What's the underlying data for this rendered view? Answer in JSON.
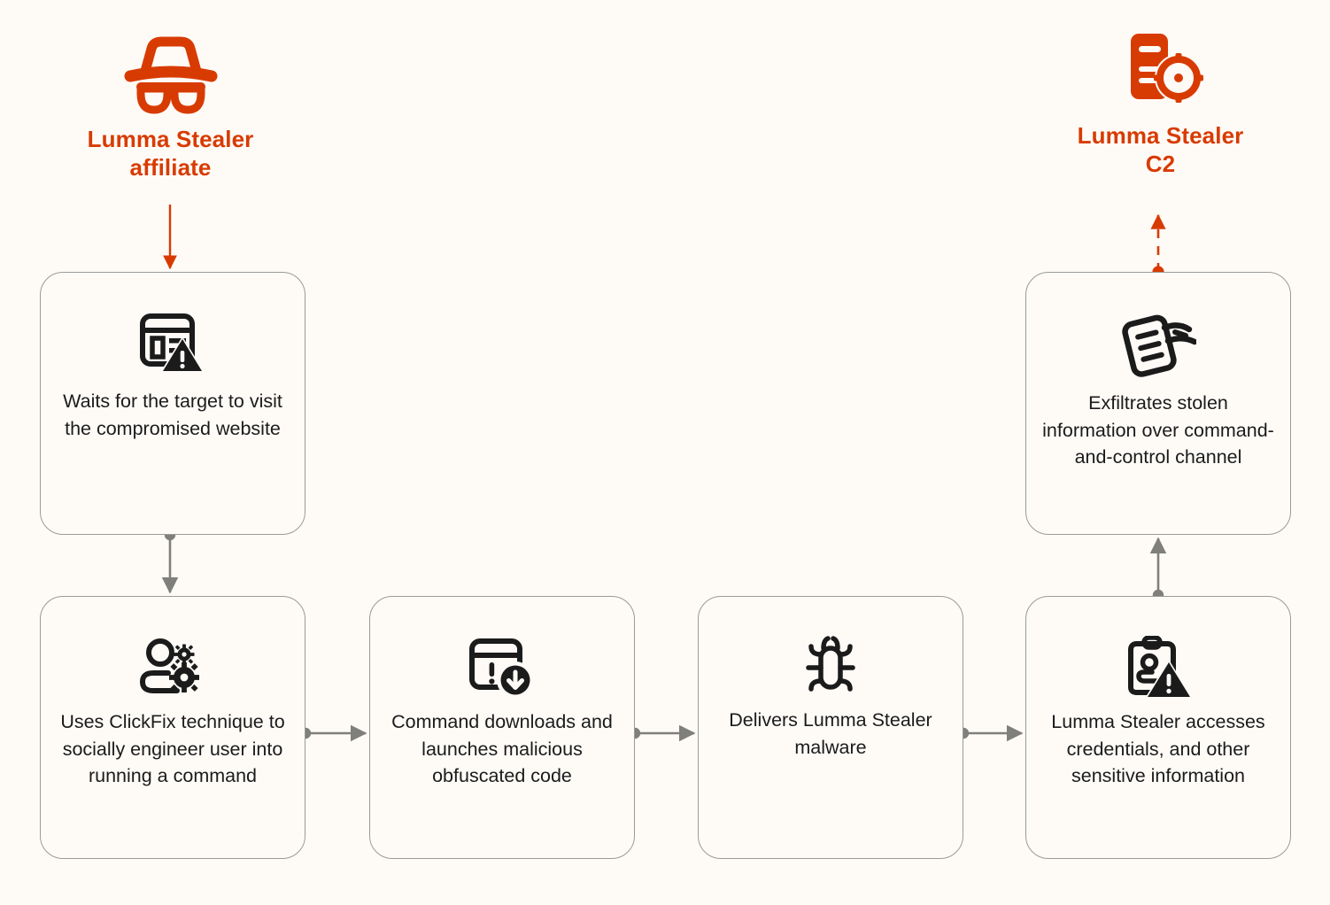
{
  "background_color": "#FEFBF7",
  "accent_color": "#D83B01",
  "box_border_color": "#9A9A96",
  "connector_color": "#7F7F7C",
  "text_color": "#1B1B1B",
  "actors": [
    {
      "id": "affiliate",
      "icon": "incognito-spy-icon",
      "label": "Lumma Stealer\naffiliate"
    },
    {
      "id": "c2",
      "icon": "server-target-icon",
      "label": "Lumma Stealer\nC2"
    }
  ],
  "steps": [
    {
      "id": "wait",
      "icon": "browser-warning-icon",
      "text": "Waits for the target to visit the compromised website"
    },
    {
      "id": "clickfix",
      "icon": "user-gears-icon",
      "text": "Uses ClickFix technique to socially engineer user into running a command"
    },
    {
      "id": "download",
      "icon": "window-alert-download-icon",
      "text": "Command downloads and launches malicious obfuscated code"
    },
    {
      "id": "deliver",
      "icon": "bug-icon",
      "text": "Delivers Lumma Stealer malware"
    },
    {
      "id": "access",
      "icon": "clipboard-user-warning-icon",
      "text": "Lumma Stealer accesses credentials, and other sensitive information"
    },
    {
      "id": "exfil",
      "icon": "document-exfiltration-icon",
      "text": "Exfiltrates stolen information over command-and-control channel"
    }
  ],
  "connectors": [
    {
      "id": "affiliate-to-wait",
      "style": "solid",
      "color": "#D83B01",
      "direction": "down"
    },
    {
      "id": "wait-to-clickfix",
      "style": "solid",
      "color": "#7F7F7C",
      "direction": "down"
    },
    {
      "id": "clickfix-to-download",
      "style": "solid",
      "color": "#7F7F7C",
      "direction": "right"
    },
    {
      "id": "download-to-deliver",
      "style": "solid",
      "color": "#7F7F7C",
      "direction": "right"
    },
    {
      "id": "deliver-to-access",
      "style": "solid",
      "color": "#7F7F7C",
      "direction": "right"
    },
    {
      "id": "access-to-exfil",
      "style": "solid",
      "color": "#7F7F7C",
      "direction": "up"
    },
    {
      "id": "exfil-to-c2",
      "style": "dashed",
      "color": "#D83B01",
      "direction": "up"
    }
  ]
}
